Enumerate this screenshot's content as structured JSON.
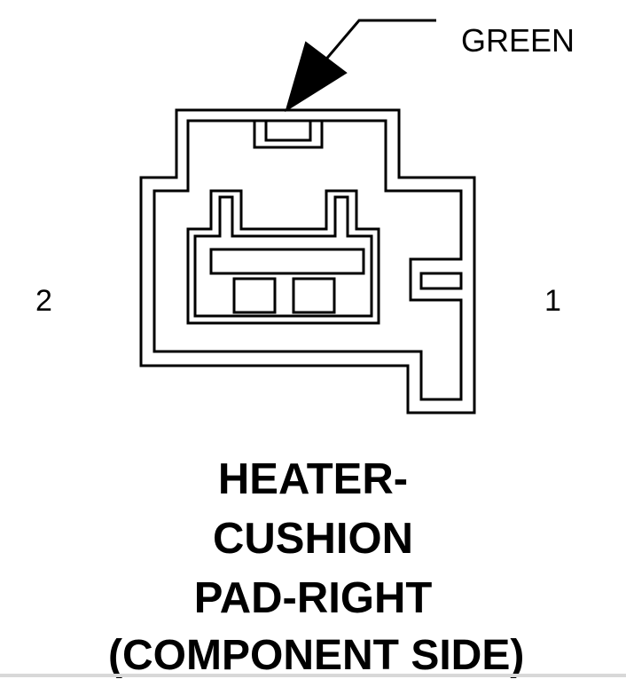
{
  "callout": {
    "wire_color_label": "GREEN"
  },
  "pins": {
    "left_label": "2",
    "right_label": "1"
  },
  "title": {
    "line1": "HEATER-",
    "line2": "CUSHION",
    "line3": "PAD-RIGHT",
    "line4": "(COMPONENT SIDE)"
  },
  "colors": {
    "ink": "#000000",
    "background": "#ffffff"
  }
}
